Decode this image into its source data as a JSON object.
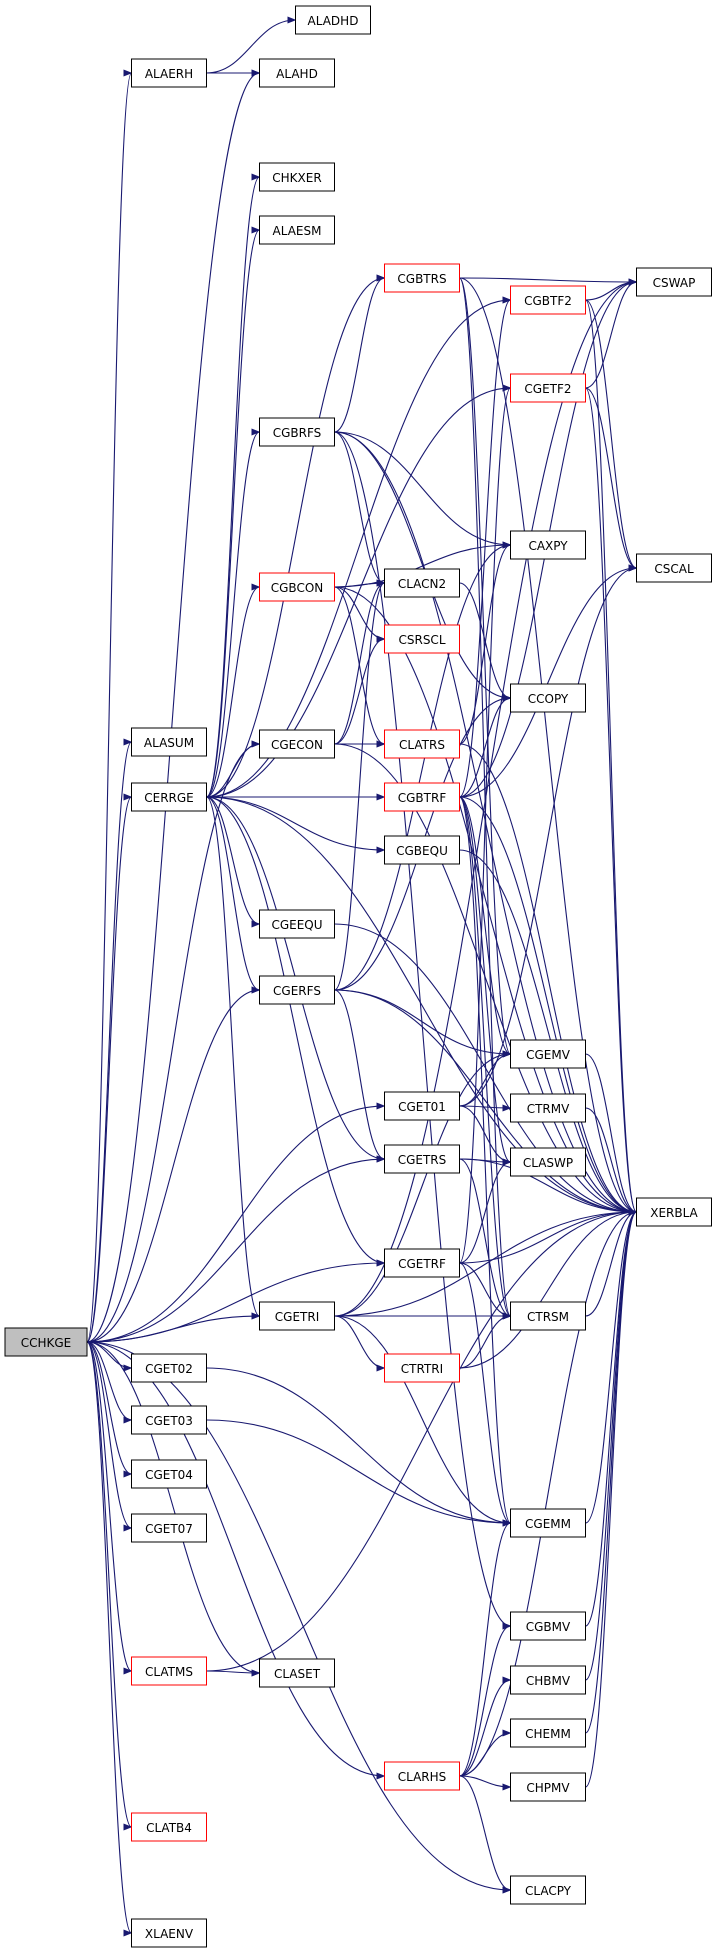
{
  "colors": {
    "edge": "#191970",
    "root_fill": "#bfbfbf",
    "link_border": "#ff0000",
    "normal_border": "#000000"
  },
  "nodes": {
    "ALADHD": "ALADHD",
    "ALAERH": "ALAERH",
    "ALAHD": "ALAHD",
    "CHKXER": "CHKXER",
    "ALAESM": "ALAESM",
    "CGBTRS": "CGBTRS",
    "CSWAP": "CSWAP",
    "CGBTF2": "CGBTF2",
    "CGETF2": "CGETF2",
    "CGBRFS": "CGBRFS",
    "CAXPY": "CAXPY",
    "CSCAL": "CSCAL",
    "CGBCON": "CGBCON",
    "CLACN2": "CLACN2",
    "CSRSCL": "CSRSCL",
    "CCOPY": "CCOPY",
    "ALASUM": "ALASUM",
    "CGECON": "CGECON",
    "CLATRS": "CLATRS",
    "CERRGE": "CERRGE",
    "CGBTRF": "CGBTRF",
    "CGBEQU": "CGBEQU",
    "CGEEQU": "CGEEQU",
    "CGERFS": "CGERFS",
    "CGEMV": "CGEMV",
    "CGET01": "CGET01",
    "CTRMV": "CTRMV",
    "CGETRS": "CGETRS",
    "CLASWP": "CLASWP",
    "XERBLA": "XERBLA",
    "CGETRF": "CGETRF",
    "CCHKGE": "CCHKGE",
    "CGETRI": "CGETRI",
    "CTRSM": "CTRSM",
    "CGET02": "CGET02",
    "CTRTRI": "CTRTRI",
    "CGET03": "CGET03",
    "CGET04": "CGET04",
    "CGEMM": "CGEMM",
    "CGET07": "CGET07",
    "CGBMV": "CGBMV",
    "CLATMS": "CLATMS",
    "CLASET": "CLASET",
    "CHBMV": "CHBMV",
    "CHEMM": "CHEMM",
    "CLARHS": "CLARHS",
    "CHPMV": "CHPMV",
    "CLATB4": "CLATB4",
    "CLACPY": "CLACPY",
    "XLAENV": "XLAENV"
  },
  "edges": [
    [
      "CCHKGE",
      "ALAERH"
    ],
    [
      "CCHKGE",
      "ALAHD"
    ],
    [
      "CCHKGE",
      "ALASUM"
    ],
    [
      "CCHKGE",
      "CERRGE"
    ],
    [
      "CCHKGE",
      "CGECON"
    ],
    [
      "CCHKGE",
      "CGERFS"
    ],
    [
      "CCHKGE",
      "CGET01"
    ],
    [
      "CCHKGE",
      "CGETRS"
    ],
    [
      "CCHKGE",
      "CGETRF"
    ],
    [
      "CCHKGE",
      "CGETRI"
    ],
    [
      "CCHKGE",
      "CGET02"
    ],
    [
      "CCHKGE",
      "CGET03"
    ],
    [
      "CCHKGE",
      "CGET04"
    ],
    [
      "CCHKGE",
      "CGET07"
    ],
    [
      "CCHKGE",
      "CLATMS"
    ],
    [
      "CCHKGE",
      "CLASET"
    ],
    [
      "CCHKGE",
      "CLARHS"
    ],
    [
      "CCHKGE",
      "CLATB4"
    ],
    [
      "CCHKGE",
      "CLACPY"
    ],
    [
      "CCHKGE",
      "XLAENV"
    ],
    [
      "ALAERH",
      "ALADHD"
    ],
    [
      "ALAERH",
      "ALAHD"
    ],
    [
      "CERRGE",
      "CHKXER"
    ],
    [
      "CERRGE",
      "ALAESM"
    ],
    [
      "CERRGE",
      "CGBTRS"
    ],
    [
      "CERRGE",
      "CGBRFS"
    ],
    [
      "CERRGE",
      "CGBCON"
    ],
    [
      "CERRGE",
      "CGECON"
    ],
    [
      "CERRGE",
      "CGBTRF"
    ],
    [
      "CERRGE",
      "CGBEQU"
    ],
    [
      "CERRGE",
      "CGEEQU"
    ],
    [
      "CERRGE",
      "CGERFS"
    ],
    [
      "CERRGE",
      "CGETRS"
    ],
    [
      "CERRGE",
      "CGETRF"
    ],
    [
      "CERRGE",
      "CGETRI"
    ],
    [
      "CERRGE",
      "CGBTF2"
    ],
    [
      "CERRGE",
      "CGETF2"
    ],
    [
      "CERRGE",
      "XERBLA"
    ],
    [
      "CGBTRS",
      "CSWAP"
    ],
    [
      "CGBTRS",
      "CGEMV"
    ],
    [
      "CGBTRS",
      "CTRSM"
    ],
    [
      "CGBTRS",
      "XERBLA"
    ],
    [
      "CGBTF2",
      "CSWAP"
    ],
    [
      "CGBTF2",
      "CSCAL"
    ],
    [
      "CGBTF2",
      "XERBLA"
    ],
    [
      "CGETF2",
      "CSWAP"
    ],
    [
      "CGETF2",
      "CSCAL"
    ],
    [
      "CGETF2",
      "XERBLA"
    ],
    [
      "CGBRFS",
      "CGBTRS"
    ],
    [
      "CGBRFS",
      "CAXPY"
    ],
    [
      "CGBRFS",
      "CLACN2"
    ],
    [
      "CGBRFS",
      "CCOPY"
    ],
    [
      "CGBRFS",
      "CGBMV"
    ],
    [
      "CGBRFS",
      "XERBLA"
    ],
    [
      "CGBCON",
      "CAXPY"
    ],
    [
      "CGBCON",
      "CLACN2"
    ],
    [
      "CGBCON",
      "CSRSCL"
    ],
    [
      "CGBCON",
      "CLATRS"
    ],
    [
      "CGBCON",
      "XERBLA"
    ],
    [
      "CLACN2",
      "CCOPY"
    ],
    [
      "CGECON",
      "CLACN2"
    ],
    [
      "CGECON",
      "CSRSCL"
    ],
    [
      "CGECON",
      "CLATRS"
    ],
    [
      "CGECON",
      "XERBLA"
    ],
    [
      "CLATRS",
      "CAXPY"
    ],
    [
      "CLATRS",
      "XERBLA"
    ],
    [
      "CGBTRF",
      "CGBTF2"
    ],
    [
      "CGBTRF",
      "CSWAP"
    ],
    [
      "CGBTRF",
      "CSCAL"
    ],
    [
      "CGBTRF",
      "CCOPY"
    ],
    [
      "CGBTRF",
      "CGEMV"
    ],
    [
      "CGBTRF",
      "CLASWP"
    ],
    [
      "CGBTRF",
      "CTRSM"
    ],
    [
      "CGBTRF",
      "CGEMM"
    ],
    [
      "CGBTRF",
      "XERBLA"
    ],
    [
      "CGBEQU",
      "XERBLA"
    ],
    [
      "CGEEQU",
      "XERBLA"
    ],
    [
      "CGERFS",
      "CGETRS"
    ],
    [
      "CGERFS",
      "CAXPY"
    ],
    [
      "CGERFS",
      "CLACN2"
    ],
    [
      "CGERFS",
      "CCOPY"
    ],
    [
      "CGERFS",
      "CGEMV"
    ],
    [
      "CGERFS",
      "XERBLA"
    ],
    [
      "CGET01",
      "CSCAL"
    ],
    [
      "CGET01",
      "CGEMV"
    ],
    [
      "CGET01",
      "CTRMV"
    ],
    [
      "CGET01",
      "CLASWP"
    ],
    [
      "CGETRS",
      "CLASWP"
    ],
    [
      "CGETRS",
      "CTRSM"
    ],
    [
      "CGETRS",
      "XERBLA"
    ],
    [
      "CGETRF",
      "CGETF2"
    ],
    [
      "CGETRF",
      "CLASWP"
    ],
    [
      "CGETRF",
      "CTRSM"
    ],
    [
      "CGETRF",
      "CGEMM"
    ],
    [
      "CGETRF",
      "XERBLA"
    ],
    [
      "CGETRI",
      "CSWAP"
    ],
    [
      "CGETRI",
      "CGEMV"
    ],
    [
      "CGETRI",
      "CTRSM"
    ],
    [
      "CGETRI",
      "CTRTRI"
    ],
    [
      "CGETRI",
      "CGEMM"
    ],
    [
      "CGETRI",
      "XERBLA"
    ],
    [
      "CTRTRI",
      "CTRSM"
    ],
    [
      "CTRTRI",
      "XERBLA"
    ],
    [
      "CGEMV",
      "XERBLA"
    ],
    [
      "CTRMV",
      "XERBLA"
    ],
    [
      "CTRSM",
      "XERBLA"
    ],
    [
      "CGEMM",
      "XERBLA"
    ],
    [
      "CGET02",
      "CGEMM"
    ],
    [
      "CGET03",
      "CGEMM"
    ],
    [
      "CLATMS",
      "CLASET"
    ],
    [
      "CLATMS",
      "XERBLA"
    ],
    [
      "CLARHS",
      "CGEMM"
    ],
    [
      "CLARHS",
      "CGBMV"
    ],
    [
      "CLARHS",
      "CHBMV"
    ],
    [
      "CLARHS",
      "CHEMM"
    ],
    [
      "CLARHS",
      "CHPMV"
    ],
    [
      "CLARHS",
      "CLACPY"
    ],
    [
      "CLARHS",
      "XERBLA"
    ],
    [
      "CGBMV",
      "XERBLA"
    ],
    [
      "CHBMV",
      "XERBLA"
    ],
    [
      "CHEMM",
      "XERBLA"
    ],
    [
      "CHPMV",
      "XERBLA"
    ]
  ]
}
